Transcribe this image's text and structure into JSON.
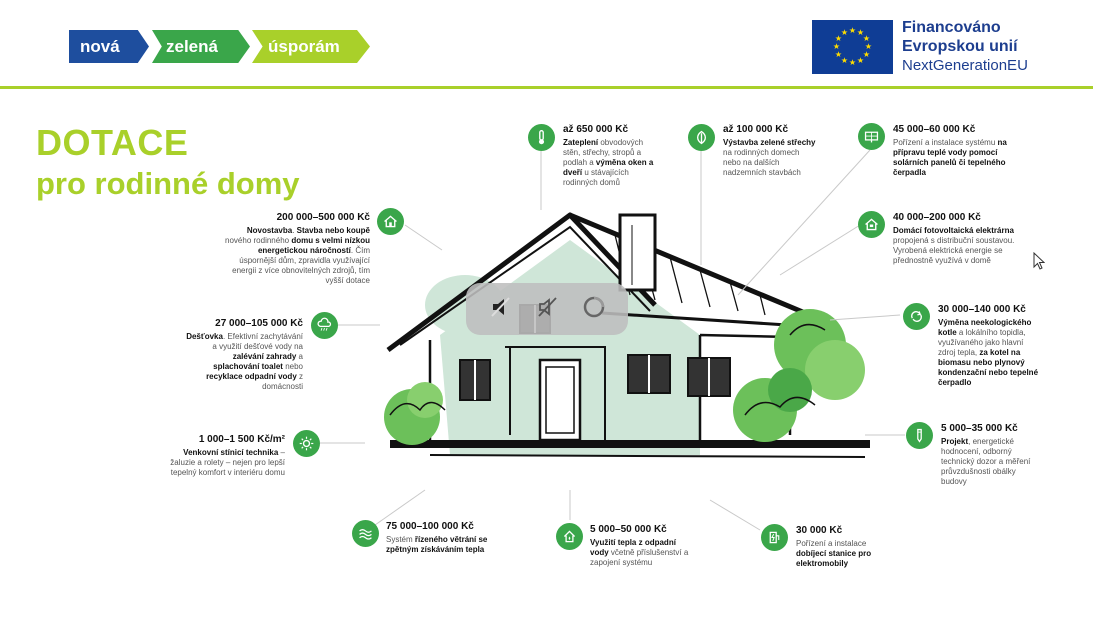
{
  "header": {
    "chips": [
      "nová",
      "zelená",
      "úsporám"
    ],
    "eu": {
      "line1": "Financováno",
      "line2": "Evropskou unií",
      "line3": "NextGenerationEU"
    }
  },
  "title": "DOTACE",
  "subtitle": "pro rodinné domy",
  "items": {
    "zatepleni": {
      "amount": "až 650 000 Kč",
      "parts": [
        {
          "t": "Zateplení",
          "b": true
        },
        {
          "t": " obvodových stěn, střechy, stropů a podlah a "
        },
        {
          "t": "výměna oken a dveří",
          "b": true
        },
        {
          "t": " u stávajících rodinných domů"
        }
      ],
      "icon": "thermometer-icon"
    },
    "strechy": {
      "amount": "až 100 000 Kč",
      "parts": [
        {
          "t": "Výstavba zelené střechy",
          "b": true
        },
        {
          "t": " na rodinných domech nebo na dalších nadzemních stavbách"
        }
      ],
      "icon": "leaf-icon"
    },
    "solar": {
      "amount": "45 000–60 000 Kč",
      "parts": [
        {
          "t": "Pořízení a instalace systému "
        },
        {
          "t": "na přípravu teplé vody pomocí solárních panelů či tepelného čerpadla",
          "b": true
        }
      ],
      "icon": "solar-panel-icon"
    },
    "novostavba": {
      "amount": "200 000–500 000 Kč",
      "parts": [
        {
          "t": "Novostavba",
          "b": true
        },
        {
          "t": ". "
        },
        {
          "t": "Stavba nebo koupě",
          "b": true
        },
        {
          "t": " nového rodinného "
        },
        {
          "t": "domu s velmi nízkou energetickou náročností",
          "b": true
        },
        {
          "t": ". Čím úspornější dům, zpravidla využívající energii z více obnovitelných zdrojů, tím vyšší dotace"
        }
      ],
      "icon": "house-icon"
    },
    "fotovoltaika": {
      "amount": "40 000–200 000 Kč",
      "parts": [
        {
          "t": "Domácí fotovoltaická elektrárna",
          "b": true
        },
        {
          "t": " propojená s distribuční soustavou. Vyrobená elektrická energie se přednostně využívá v domě"
        }
      ],
      "icon": "house-solar-icon"
    },
    "destovka": {
      "amount": "27 000–105 000 Kč",
      "parts": [
        {
          "t": "Dešťovka",
          "b": true
        },
        {
          "t": ". Efektivní zachytávání a využití dešťové vody na "
        },
        {
          "t": "zalévání zahrady",
          "b": true
        },
        {
          "t": " a "
        },
        {
          "t": "splachování toalet",
          "b": true
        },
        {
          "t": " nebo "
        },
        {
          "t": "recyklace odpadní vody",
          "b": true
        },
        {
          "t": " z domácnosti"
        }
      ],
      "icon": "rain-cloud-icon"
    },
    "kotle": {
      "amount": "30 000–140 000 Kč",
      "parts": [
        {
          "t": "Výměna neekologického kotle",
          "b": true
        },
        {
          "t": " a lokálního topidla, využívaného jako hlavní zdroj tepla, "
        },
        {
          "t": "za kotel na biomasu nebo plynový kondenzační nebo tepelné čerpadlo",
          "b": true
        }
      ],
      "icon": "recycle-heat-icon"
    },
    "stineni": {
      "amount": "1 000–1 500 Kč/m²",
      "parts": [
        {
          "t": "Venkovní stínicí technika",
          "b": true
        },
        {
          "t": " – žaluzie a rolety – nejen pro lepší tepelný komfort v interiéru domu"
        }
      ],
      "icon": "sun-icon"
    },
    "projekt": {
      "amount": "5 000–35 000 Kč",
      "parts": [
        {
          "t": "Projekt",
          "b": true
        },
        {
          "t": ", energetické hodnocení, odborný technický dozor a měření průvzdušnosti obálky budovy"
        }
      ],
      "icon": "pencil-icon"
    },
    "vetrani": {
      "amount": "75 000–100 000 Kč",
      "parts": [
        {
          "t": "Systém "
        },
        {
          "t": "řízeného větrání se zpětným získáváním tepla",
          "b": true
        }
      ],
      "icon": "air-waves-icon"
    },
    "teplo": {
      "amount": "5 000–50 000 Kč",
      "parts": [
        {
          "t": "Využití tepla z odpadní vody",
          "b": true
        },
        {
          "t": " včetně příslušenství a zapojení systému"
        }
      ],
      "icon": "house-water-icon"
    },
    "nabijeni": {
      "amount": "30 000 Kč",
      "parts": [
        {
          "t": "Pořízení a instalace "
        },
        {
          "t": "dobíjecí stanice pro elektromobily",
          "b": true
        }
      ],
      "icon": "charging-station-icon"
    }
  },
  "overlay": {
    "icons": [
      "muted-speaker-icon",
      "volume-muted-icon",
      "loading-spinner-icon"
    ]
  }
}
